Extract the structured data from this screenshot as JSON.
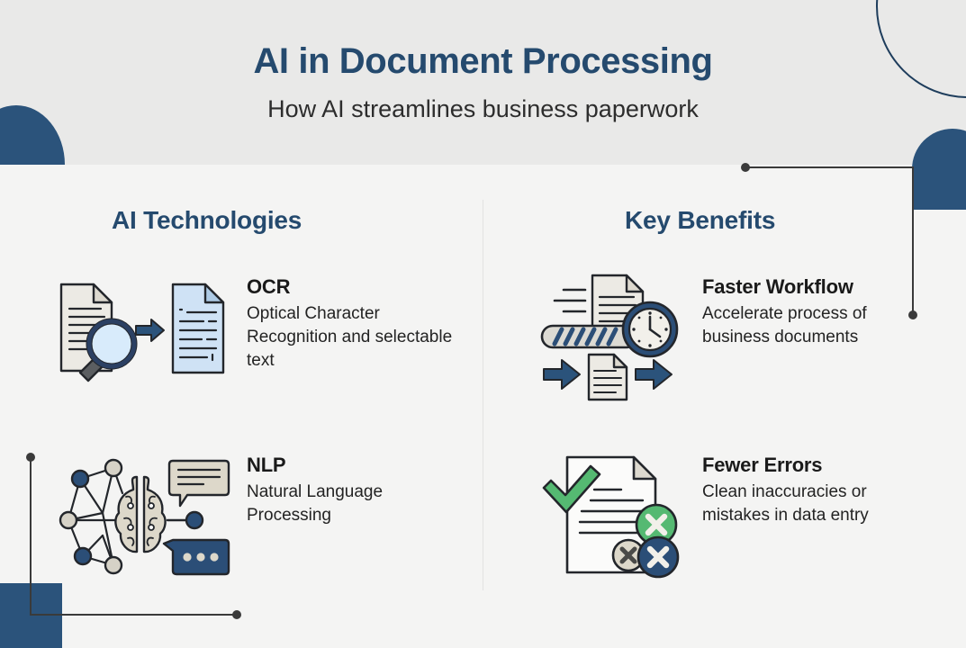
{
  "header": {
    "title": "AI in Document Processing",
    "subtitle": "How AI streamlines business paperwork"
  },
  "columns": {
    "left": {
      "heading": "AI Technologies",
      "items": [
        {
          "title": "OCR",
          "desc": "Optical Character Recognition and selectable text",
          "icon": "document-scan-ocr-icon"
        },
        {
          "title": "NLP",
          "desc": "Natural Language Processing",
          "icon": "brain-network-chat-icon"
        }
      ]
    },
    "right": {
      "heading": "Key Benefits",
      "items": [
        {
          "title": "Faster Workflow",
          "desc": "Accelerate process of business documents",
          "icon": "conveyor-clock-icon"
        },
        {
          "title": "Fewer Errors",
          "desc": "Clean inaccuracies or mistakes in data entry",
          "icon": "document-check-errors-icon"
        }
      ]
    }
  },
  "colors": {
    "navy": "#2b537b",
    "navy_dark": "#254a6e",
    "header_bg": "#e9e9e8",
    "body_bg": "#f4f4f3",
    "text": "#1a1a1a",
    "line": "#3a3a3a",
    "paper": "#e9e6df",
    "blue_paper": "#cfe2f5",
    "green": "#55b972"
  }
}
